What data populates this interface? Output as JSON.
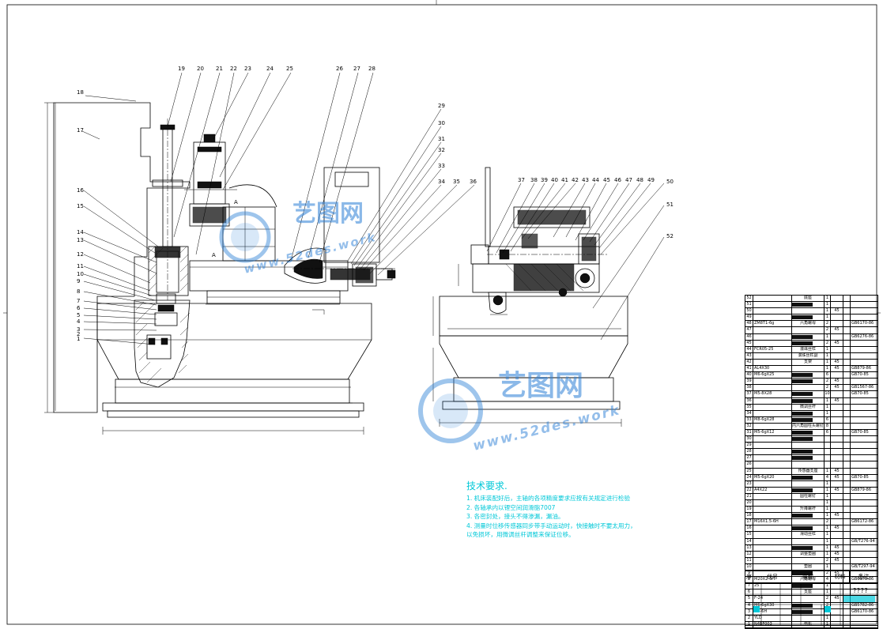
{
  "drawing": {
    "part_numbers_left": [
      "18",
      "17",
      "16",
      "15",
      "14",
      "13",
      "12",
      "11",
      "10",
      "9",
      "8",
      "7",
      "6",
      "5",
      "4",
      "3",
      "2",
      "1"
    ],
    "part_numbers_top": [
      "19",
      "20",
      "21",
      "22",
      "23",
      "24",
      "25",
      "26",
      "27",
      "28"
    ],
    "part_numbers_right_top": [
      "29",
      "30",
      "31",
      "32",
      "33",
      "34",
      "35",
      "36"
    ],
    "part_numbers_side": [
      "37",
      "38",
      "39",
      "40",
      "41",
      "42",
      "43",
      "44",
      "45",
      "46",
      "47",
      "48",
      "49",
      "50",
      "51",
      "52"
    ],
    "section_label": "A",
    "watermark_cn": "艺图网",
    "watermark_url": "www.52des.work"
  },
  "tech": {
    "title": "技术要求.",
    "lines": [
      "1. 机床装配好后，主轴的各项精度要求应按有关规定进行检验",
      "2. 各轴承内以锂空间润滑脂7007",
      "3. 各密封处，接头不得渗漏，漏油。",
      "4. 测量时位移传感器同步带手动运动时，快接触时不要太用力，",
      "以免损坏，用微调丝杆调整来保证位移。"
    ]
  },
  "bom": {
    "rows": [
      {
        "n": "52",
        "code": "",
        "name": "底座",
        "q": "1",
        "m": "",
        "w": "",
        "note": ""
      },
      {
        "n": "51",
        "code": "",
        "name": "",
        "q": "1",
        "m": "",
        "w": "",
        "note": ""
      },
      {
        "n": "50",
        "code": "",
        "name": "",
        "q": "1",
        "m": "45",
        "w": "",
        "note": ""
      },
      {
        "n": "49",
        "code": "",
        "name": "",
        "q": "1",
        "m": "",
        "w": "",
        "note": ""
      },
      {
        "n": "48",
        "code": "ZM8T1-6g",
        "name": "六角螺母",
        "q": "2",
        "m": "",
        "w": "",
        "note": "GB6170-86"
      },
      {
        "n": "47",
        "code": "",
        "name": "",
        "q": "2",
        "m": "45",
        "w": "",
        "note": ""
      },
      {
        "n": "46",
        "code": "",
        "name": "",
        "q": "1",
        "m": "",
        "w": "",
        "note": "GB6276-86"
      },
      {
        "n": "45",
        "code": "",
        "name": "",
        "q": "2",
        "m": "45",
        "w": "",
        "note": ""
      },
      {
        "n": "44",
        "code": "FCR05-25",
        "name": "滚珠丝杠",
        "q": "1",
        "m": "",
        "w": "",
        "note": ""
      },
      {
        "n": "43",
        "code": "",
        "name": "滚珠丝杠副",
        "q": "1",
        "m": "",
        "w": "",
        "note": ""
      },
      {
        "n": "42",
        "code": "",
        "name": "支架",
        "q": "1",
        "m": "45",
        "w": "",
        "note": ""
      },
      {
        "n": "41",
        "code": "AL4X30",
        "name": "",
        "q": "1",
        "m": "45",
        "w": "",
        "note": "GB879-86"
      },
      {
        "n": "40",
        "code": "M6-6gX25",
        "name": "",
        "q": "6",
        "m": "",
        "w": "",
        "note": "GB70-85"
      },
      {
        "n": "39",
        "code": "",
        "name": "",
        "q": "2",
        "m": "45",
        "w": "",
        "note": ""
      },
      {
        "n": "38",
        "code": "",
        "name": "",
        "q": "2",
        "m": "45",
        "w": "",
        "note": "GB1567-86"
      },
      {
        "n": "37",
        "code": "M5-8X28",
        "name": "",
        "q": "10",
        "m": "",
        "w": "",
        "note": "GB70-85"
      },
      {
        "n": "36",
        "code": "",
        "name": "",
        "q": "1",
        "m": "45",
        "w": "",
        "note": ""
      },
      {
        "n": "35",
        "code": "",
        "name": "微调丝杆",
        "q": "1",
        "m": "",
        "w": "",
        "note": ""
      },
      {
        "n": "34",
        "code": "",
        "name": "",
        "q": "1",
        "m": "",
        "w": "",
        "note": ""
      },
      {
        "n": "33",
        "code": "M8-6gX28",
        "name": "",
        "q": "6",
        "m": "",
        "w": "",
        "note": ""
      },
      {
        "n": "32",
        "code": "",
        "name": "内六角圆柱头螺钉",
        "q": "8",
        "m": "",
        "w": "",
        "note": ""
      },
      {
        "n": "31",
        "code": "M5-6gX12",
        "name": "",
        "q": "6",
        "m": "",
        "w": "",
        "note": "GB70-85"
      },
      {
        "n": "30",
        "code": "",
        "name": "",
        "q": "",
        "m": "",
        "w": "",
        "note": ""
      },
      {
        "n": "29",
        "code": "",
        "name": "",
        "q": "",
        "m": "",
        "w": "",
        "note": ""
      },
      {
        "n": "28",
        "code": "",
        "name": "",
        "q": "",
        "m": "",
        "w": "",
        "note": ""
      },
      {
        "n": "27",
        "code": "",
        "name": "",
        "q": "",
        "m": "",
        "w": "",
        "note": ""
      },
      {
        "n": "26",
        "code": "",
        "name": "",
        "q": "",
        "m": "",
        "w": "",
        "note": ""
      },
      {
        "n": "25",
        "code": "",
        "name": "传感器支座",
        "q": "1",
        "m": "45",
        "w": "",
        "note": ""
      },
      {
        "n": "24",
        "code": "M5-6gX20",
        "name": "",
        "q": "4",
        "m": "45",
        "w": "",
        "note": "GB70-85"
      },
      {
        "n": "23",
        "code": "",
        "name": "",
        "q": "1",
        "m": "",
        "w": "",
        "note": ""
      },
      {
        "n": "22",
        "code": "A4X22",
        "name": "",
        "q": "1",
        "m": "45",
        "w": "",
        "note": "GB879-86"
      },
      {
        "n": "21",
        "code": "",
        "name": "圆柱螺钉",
        "q": "1",
        "m": "",
        "w": "",
        "note": ""
      },
      {
        "n": "20",
        "code": "",
        "name": "",
        "q": "1",
        "m": "",
        "w": "",
        "note": ""
      },
      {
        "n": "19",
        "code": "",
        "name": "升降螺杆",
        "q": "1",
        "m": "",
        "w": "",
        "note": ""
      },
      {
        "n": "18",
        "code": "",
        "name": "",
        "q": "1",
        "m": "45",
        "w": "",
        "note": ""
      },
      {
        "n": "17",
        "code": "M16X1.5-6H",
        "name": "",
        "q": "2",
        "m": "",
        "w": "",
        "note": "GB6172-86"
      },
      {
        "n": "16",
        "code": "",
        "name": "",
        "q": "1",
        "m": "45",
        "w": "",
        "note": ""
      },
      {
        "n": "15",
        "code": "",
        "name": "滑动丝杠",
        "q": "1",
        "m": "",
        "w": "",
        "note": ""
      },
      {
        "n": "14",
        "code": "",
        "name": "",
        "q": "1",
        "m": "",
        "w": "",
        "note": "GB/T276-94"
      },
      {
        "n": "13",
        "code": "",
        "name": "",
        "q": "1",
        "m": "45",
        "w": "",
        "note": ""
      },
      {
        "n": "12",
        "code": "",
        "name": "调整垫圈",
        "q": "1",
        "m": "45",
        "w": "",
        "note": ""
      },
      {
        "n": "11",
        "code": "",
        "name": "",
        "q": "2",
        "m": "45",
        "w": "",
        "note": ""
      },
      {
        "n": "10",
        "code": "",
        "name": "垫圈",
        "q": "1",
        "m": "",
        "w": "",
        "note": "GB/T297-94"
      },
      {
        "n": "9",
        "code": "",
        "name": "",
        "q": "2",
        "m": "45",
        "w": "",
        "note": ""
      },
      {
        "n": "8",
        "code": "M20X2-6H",
        "name": "六角螺母",
        "q": "4",
        "m": "",
        "w": "",
        "note": "GB6170-86"
      },
      {
        "n": "7",
        "code": "25",
        "name": "",
        "q": "1",
        "m": "",
        "w": "",
        "note": ""
      },
      {
        "n": "6",
        "code": "",
        "name": "支座",
        "q": "1",
        "m": "",
        "w": "",
        "note": ""
      },
      {
        "n": "5",
        "code": "F-24",
        "name": "",
        "q": "2",
        "m": "45",
        "w": "",
        "note": ""
      },
      {
        "n": "4",
        "code": "M6-6gX30",
        "name": "",
        "q": "2",
        "m": "",
        "w": "",
        "note": "GB5782-86"
      },
      {
        "n": "3",
        "code": "M6-6H",
        "name": "",
        "q": "2",
        "m": "",
        "w": "",
        "note": "GB6170-86"
      },
      {
        "n": "2",
        "code": "YLD",
        "name": "",
        "q": "1",
        "m": "",
        "w": "",
        "note": ""
      },
      {
        "n": "1",
        "code": "N4BF003",
        "name": "电机",
        "q": "1",
        "m": "",
        "w": "",
        "note": ""
      }
    ],
    "header": {
      "num": "序",
      "code": "代号",
      "name": "名称",
      "qty": "",
      "mat": "材料",
      "note": "备注"
    }
  },
  "titleblock": {
    "mark": "????"
  }
}
